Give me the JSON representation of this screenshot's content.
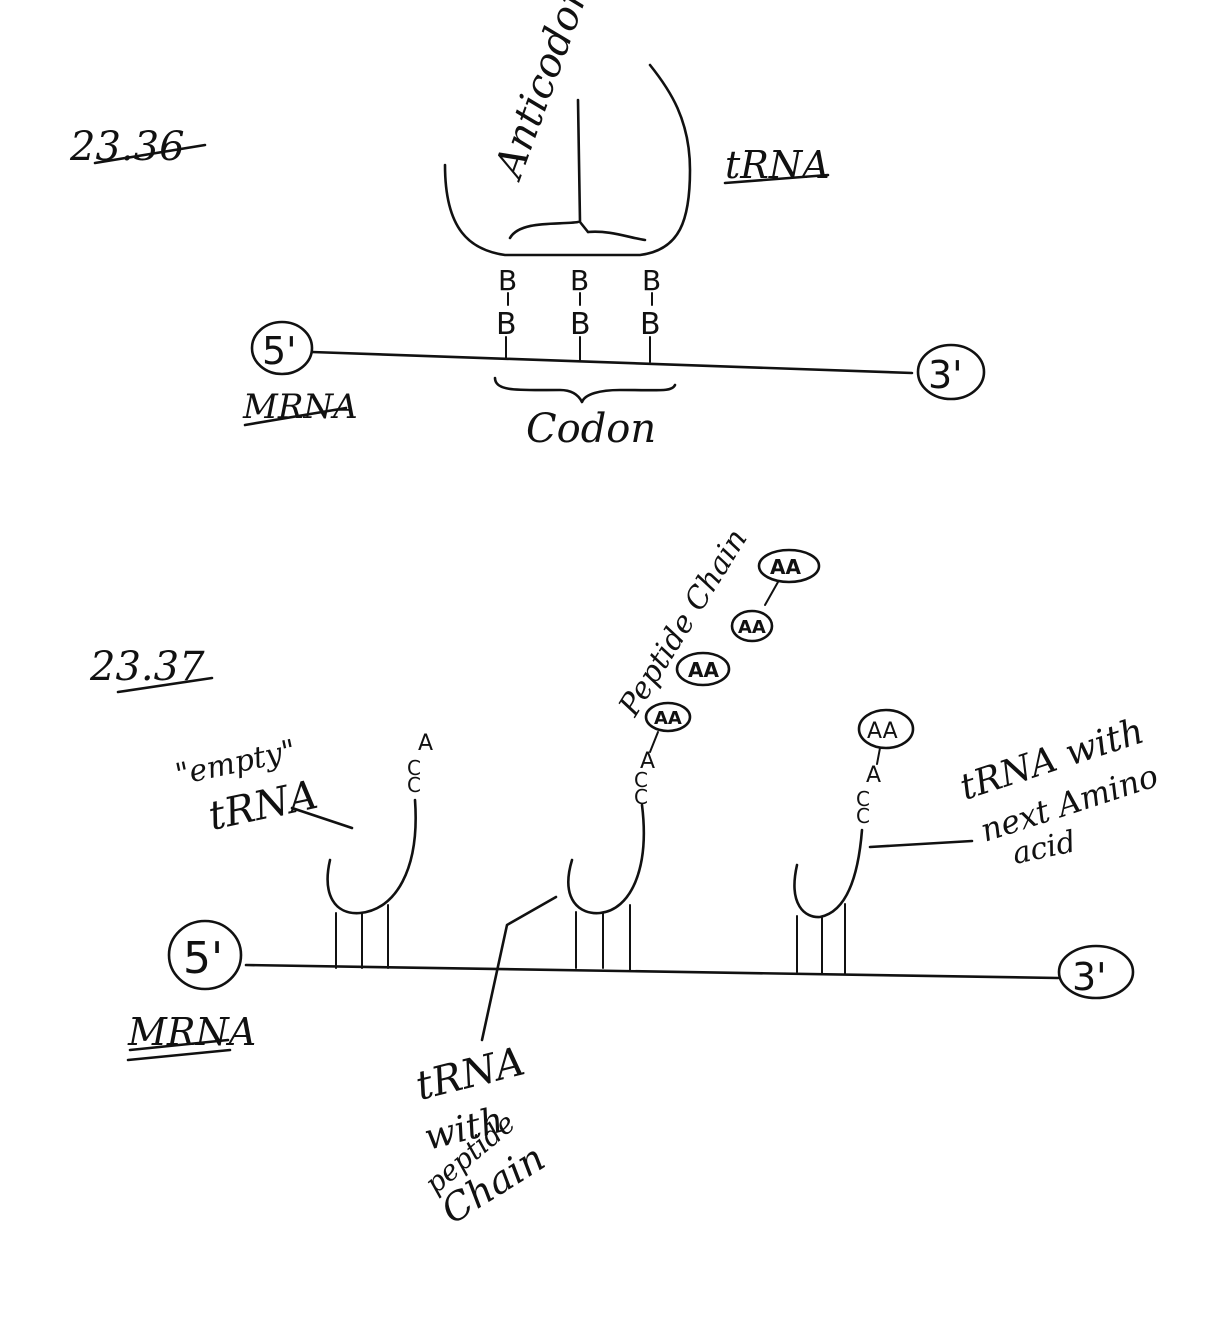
{
  "fig1": {
    "number": "23.36",
    "anticodon_label": "Anticodon",
    "trna_label": "tRNA",
    "base_letter": "B",
    "five_prime": "5'",
    "three_prime": "3'",
    "mrna_label": "MRNA",
    "codon_label": "Codon"
  },
  "fig2": {
    "number": "23.37",
    "empty_trna_label_1": "\"empty\"",
    "empty_trna_label_2": "tRNA",
    "acceptor_a": "A",
    "acceptor_c": "C",
    "amino_acid": "AA",
    "peptide_chain_label": "Peptide Chain",
    "trna_next_1": "tRNA with",
    "trna_next_2": "next Amino",
    "trna_next_3": "acid",
    "trna_peptide_1": "tRNA",
    "trna_peptide_2": "with",
    "trna_peptide_3": "peptide",
    "trna_peptide_4": "Chain",
    "five_prime": "5'",
    "three_prime": "3'",
    "mrna_label": "MRNA"
  }
}
